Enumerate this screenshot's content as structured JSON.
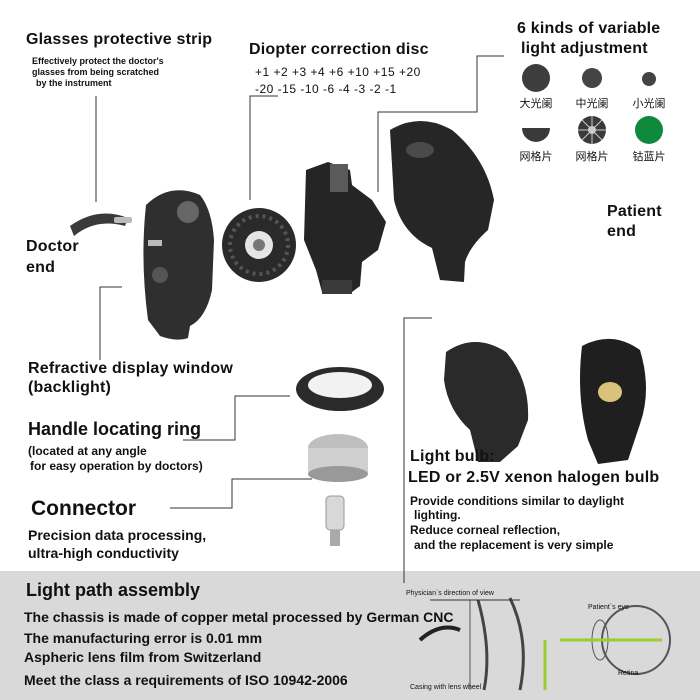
{
  "labels": {
    "glasses_strip": "Glasses protective strip",
    "glasses_strip_desc_1": "Effectively protect the doctor's",
    "glasses_strip_desc_2": "glasses from being scratched",
    "glasses_strip_desc_3": "by the instrument",
    "diopter_title": "Diopter correction disc",
    "diopter_pos": "+1  +2  +3  +4  +6  +10  +15  +20",
    "diopter_neg": "-20   -15   -10   -6   -4   -3   -2   -1",
    "light_title_1": "6 kinds of variable",
    "light_title_2": "light adjustment",
    "doctor_end_1": "Doctor",
    "doctor_end_2": "end",
    "patient_end_1": "Patient",
    "patient_end_2": "end",
    "refractive_1": "Refractive display window",
    "refractive_2": "(backlight)",
    "handle_ring": "Handle locating ring",
    "handle_ring_desc_1": "(located at any angle",
    "handle_ring_desc_2": "for easy operation by doctors)",
    "connector": "Connector",
    "connector_desc_1": "Precision data processing,",
    "connector_desc_2": "ultra-high conductivity",
    "bulb_title": "Light bulb:",
    "bulb_type": "LED or 2.5V xenon halogen bulb",
    "bulb_desc_1": "Provide conditions similar to daylight",
    "bulb_desc_2": "lighting.",
    "bulb_desc_3": "Reduce corneal reflection,",
    "bulb_desc_4": "and the replacement is very simple",
    "light_path": "Light path assembly",
    "chassis": "The chassis is made of copper metal processed by German CNC",
    "error": "The manufacturing error is 0.01 mm",
    "aspheric": "Aspheric lens film from Switzerland",
    "iso": "Meet the class a requirements of ISO 10942-2006",
    "diag_physician": "Physician`s direction of view",
    "diag_patient": "Patient`s eye",
    "diag_retina": "Retina",
    "diag_casing": "Casing with lens wheel"
  },
  "apertures": [
    {
      "caption": "大光阑",
      "icon": "large-aperture-icon"
    },
    {
      "caption": "中光阑",
      "icon": "medium-aperture-icon"
    },
    {
      "caption": "小光阑",
      "icon": "small-aperture-icon"
    },
    {
      "caption": "网格片",
      "icon": "half-disc-aperture-icon"
    },
    {
      "caption": "网格片",
      "icon": "grid-aperture-icon"
    },
    {
      "caption": "钴蓝片",
      "icon": "cobalt-blue-filter-icon"
    }
  ],
  "colors": {
    "panel": "#d9d9d9",
    "part": "#2b2b2b",
    "cobalt": "#0f8a3c",
    "aperture": "#444444"
  }
}
